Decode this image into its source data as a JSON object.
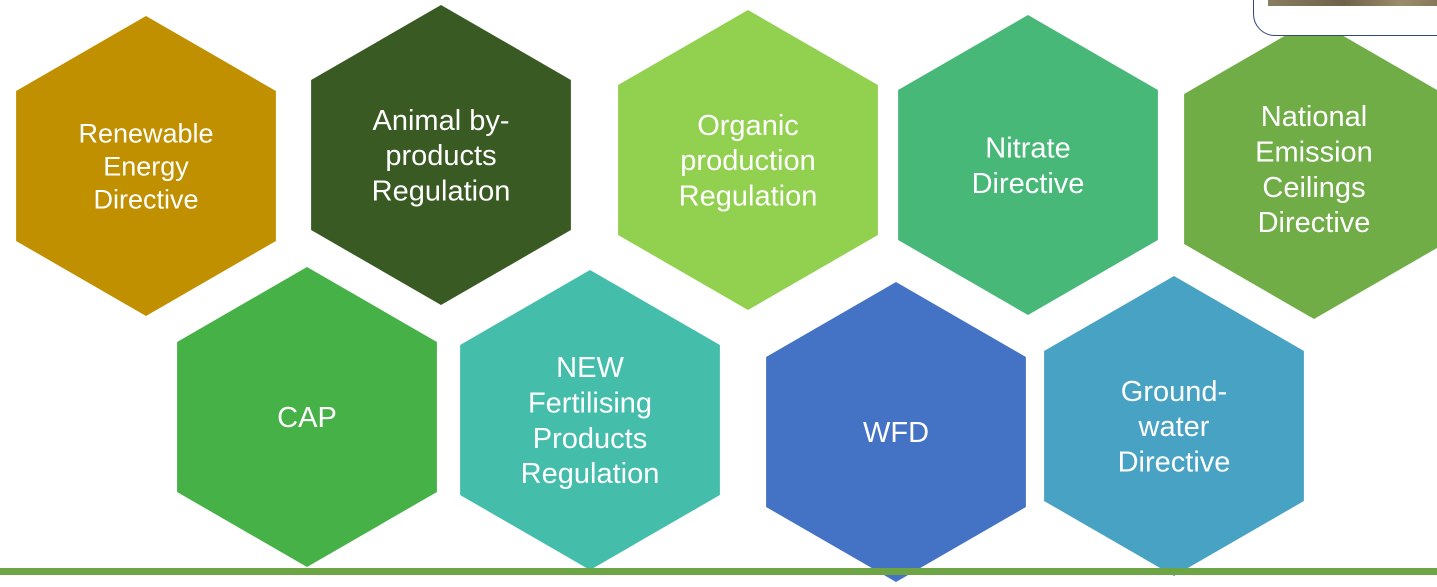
{
  "hexagons": [
    {
      "id": "red",
      "lines": [
        "Renewable",
        "Energy",
        "Directive"
      ],
      "color": "#c09000"
    },
    {
      "id": "abpr",
      "lines": [
        "Animal by-",
        "products",
        "Regulation"
      ],
      "color": "#3a5a24"
    },
    {
      "id": "org",
      "lines": [
        "Organic",
        "production",
        "Regulation"
      ],
      "color": "#92d050"
    },
    {
      "id": "nd",
      "lines": [
        "Nitrate",
        "Directive"
      ],
      "color": "#48b879"
    },
    {
      "id": "nec",
      "lines": [
        "National",
        "Emission",
        "Ceilings",
        "Directive"
      ],
      "color": "#70ad47"
    },
    {
      "id": "cap",
      "lines": [
        "CAP"
      ],
      "color": "#46b146"
    },
    {
      "id": "fpr",
      "lines": [
        "NEW",
        "Fertilising",
        "Products",
        "Regulation"
      ],
      "color": "#45bdab"
    },
    {
      "id": "wfd",
      "lines": [
        "WFD"
      ],
      "color": "#4472c4"
    },
    {
      "id": "gwd",
      "lines": [
        "Ground-",
        "water",
        "Directive"
      ],
      "color": "#47a2c4"
    }
  ],
  "footer_color": "#6da544",
  "callout_border_color": "#2e4a7a"
}
